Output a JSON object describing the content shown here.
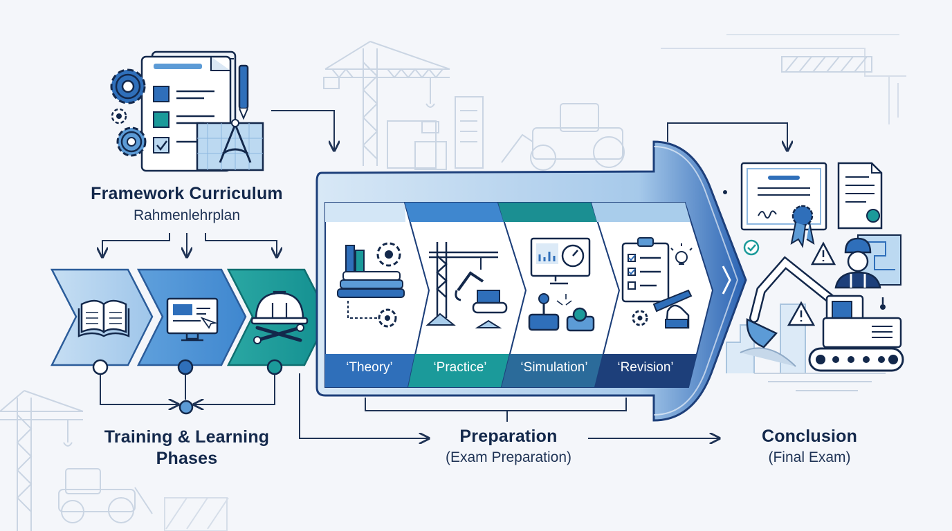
{
  "framework": {
    "title": "Framework Curriculum",
    "subtitle": "Rahmenlehrplan"
  },
  "training": {
    "title_line1": "Training & Learning",
    "title_line2": "Phases"
  },
  "preparation": {
    "title": "Preparation",
    "subtitle": "(Exam Preparation)",
    "stages": [
      {
        "label": "‘Theory’",
        "icon": "books-gears-icon"
      },
      {
        "label": "‘Practice’",
        "icon": "crane-excavator-icon"
      },
      {
        "label": "‘Simulation’",
        "icon": "simulator-controls-icon"
      },
      {
        "label": "‘Revision’",
        "icon": "checklist-pen-icon"
      }
    ]
  },
  "conclusion": {
    "title": "Conclusion",
    "subtitle": "(Final Exam)"
  },
  "learning_steps": [
    {
      "icon": "open-book-icon"
    },
    {
      "icon": "computer-screen-icon"
    },
    {
      "icon": "hardhat-tools-icon"
    }
  ],
  "colors": {
    "navy": "#13284b",
    "blue": "#2f6fba",
    "teal": "#1b9a9a",
    "light_blue": "#a9cdeb",
    "dark_blue": "#1d3f7a",
    "pale": "#dceaf7"
  }
}
